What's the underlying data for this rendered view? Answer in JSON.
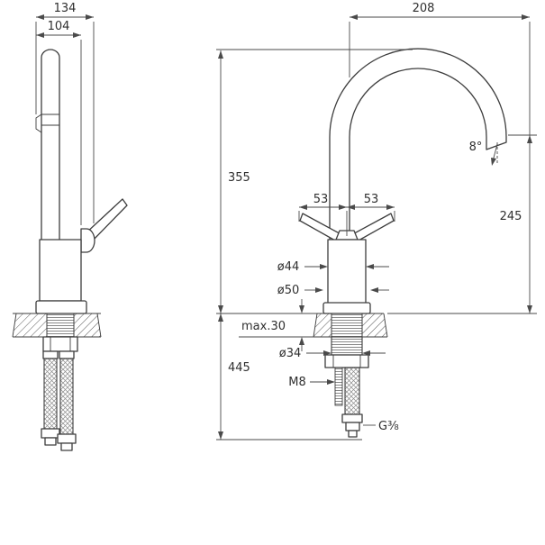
{
  "page": {
    "background": "#ffffff"
  },
  "colors": {
    "line": "#3d3d3d",
    "dimension": "#4a4a4a",
    "text": "#2f2f2f"
  },
  "drawing": {
    "subject": "kitchen-faucet-technical-drawing",
    "views": {
      "side_view": "faucet-side-view",
      "front_view": "faucet-front-view"
    }
  },
  "dimensions": {
    "depth_total": "134",
    "depth_spout": "104",
    "spout_reach": "208",
    "height_above_counter": "355",
    "handle_swing_left": "53",
    "handle_swing_right": "53",
    "outlet_height": "245",
    "body_diameter": "ø44",
    "base_diameter": "ø50",
    "counter_thickness": "max.30",
    "hose_length": "445",
    "shank_diameter": "ø34",
    "stud_thread": "M8",
    "hose_thread": "G⅜",
    "outlet_angle": "8°"
  }
}
